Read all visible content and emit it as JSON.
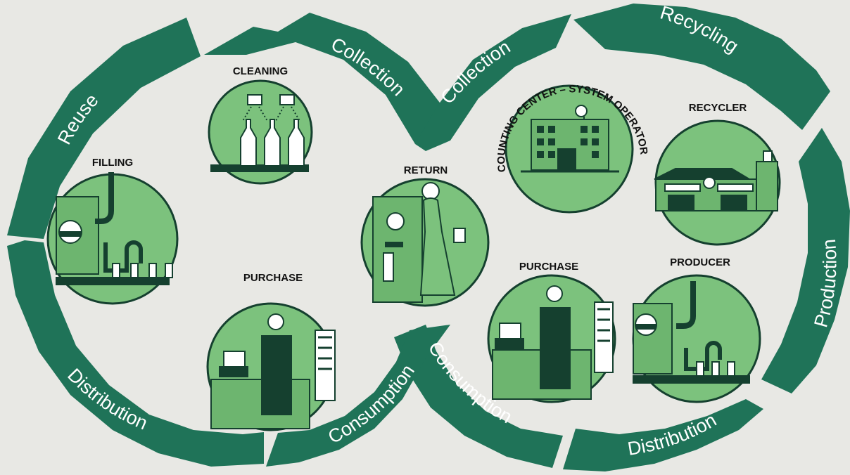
{
  "colors": {
    "background": "#e8e8e4",
    "arrow": "#1f7358",
    "circle_fill": "#7cc27d",
    "circle_stroke": "#15402f",
    "ink": "#163d2c",
    "label": "#111111"
  },
  "arcs": {
    "reuse": "Reuse",
    "collection_left": "Collection",
    "collection_right": "Collection",
    "recycling": "Recycling",
    "production": "Production",
    "distribution_right": "Distribution",
    "consumption_right": "Consumption",
    "consumption_left": "Consumption",
    "distribution_left": "Distribution"
  },
  "stations": {
    "cleaning": "CLEANING",
    "filling": "FILLING",
    "purchase_left": "PURCHASE",
    "return": "RETURN",
    "counting_center": "COUNTING CENTER – SYSTEM OPERATOR",
    "recycler": "RECYCLER",
    "purchase_right": "PURCHASE",
    "producer": "PRODUCER"
  },
  "icons": {
    "cleaning": "bottle-cleaning-icon",
    "filling": "filling-machine-icon",
    "purchase": "cashier-icon",
    "return": "reverse-vending-icon",
    "counting_center": "office-building-icon",
    "recycler": "recycling-plant-icon",
    "producer": "bottling-machine-icon"
  }
}
